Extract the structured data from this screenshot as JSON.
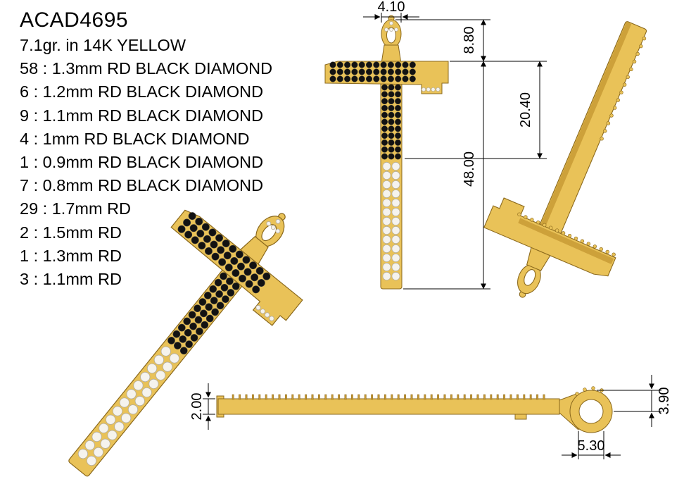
{
  "product": {
    "title": "ACAD4695",
    "weight_line": "7.1gr. in 14K YELLOW",
    "stone_lines": [
      "58 : 1.3mm RD BLACK DIAMOND",
      "6 : 1.2mm RD BLACK DIAMOND",
      "9 : 1.1mm RD BLACK DIAMOND",
      "4 : 1mm RD BLACK DIAMOND",
      "1 : 0.9mm RD BLACK DIAMOND",
      "7 : 0.8mm RD BLACK DIAMOND",
      "29 : 1.7mm RD",
      "2 : 1.5mm RD",
      "1 : 1.3mm RD",
      "3 : 1.1mm RD"
    ]
  },
  "dimensions": {
    "bail_width": "4.10",
    "bail_height": "8.80",
    "head_section": "20.40",
    "total_length": "48.00",
    "thickness": "2.00",
    "bail_profile_height": "3.90",
    "bail_profile_width": "5.30"
  },
  "colors": {
    "gold": "#E9C258",
    "gold_shade": "#C69833",
    "gold_edge": "#8A681C",
    "black_diamond": "#121212",
    "white_diamond": "#F5F3EE"
  }
}
